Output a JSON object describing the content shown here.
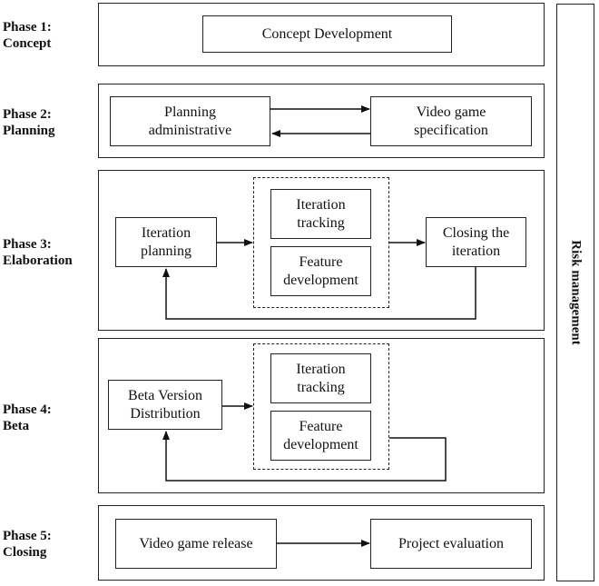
{
  "phases": [
    {
      "line1": "Phase 1:",
      "line2": "Concept"
    },
    {
      "line1": "Phase 2:",
      "line2": "Planning"
    },
    {
      "line1": "Phase 3:",
      "line2": "Elaboration"
    },
    {
      "line1": "Phase 4:",
      "line2": "Beta"
    },
    {
      "line1": "Phase 5:",
      "line2": "Closing"
    }
  ],
  "concept": {
    "development": "Concept Development"
  },
  "planning": {
    "administrative": [
      "Planning",
      "administrative"
    ],
    "specification": [
      "Video game",
      "specification"
    ]
  },
  "elaboration": {
    "iteration_planning": [
      "Iteration",
      "planning"
    ],
    "iteration_tracking": [
      "Iteration",
      "tracking"
    ],
    "feature_development": [
      "Feature",
      "development"
    ],
    "closing_iteration": [
      "Closing the",
      "iteration"
    ]
  },
  "beta": {
    "distribution": [
      "Beta Version",
      "Distribution"
    ],
    "iteration_tracking": [
      "Iteration",
      "tracking"
    ],
    "feature_development": [
      "Feature",
      "development"
    ]
  },
  "closing": {
    "release": "Video game release",
    "evaluation": "Project evaluation"
  },
  "risk": {
    "label": "Risk management"
  }
}
